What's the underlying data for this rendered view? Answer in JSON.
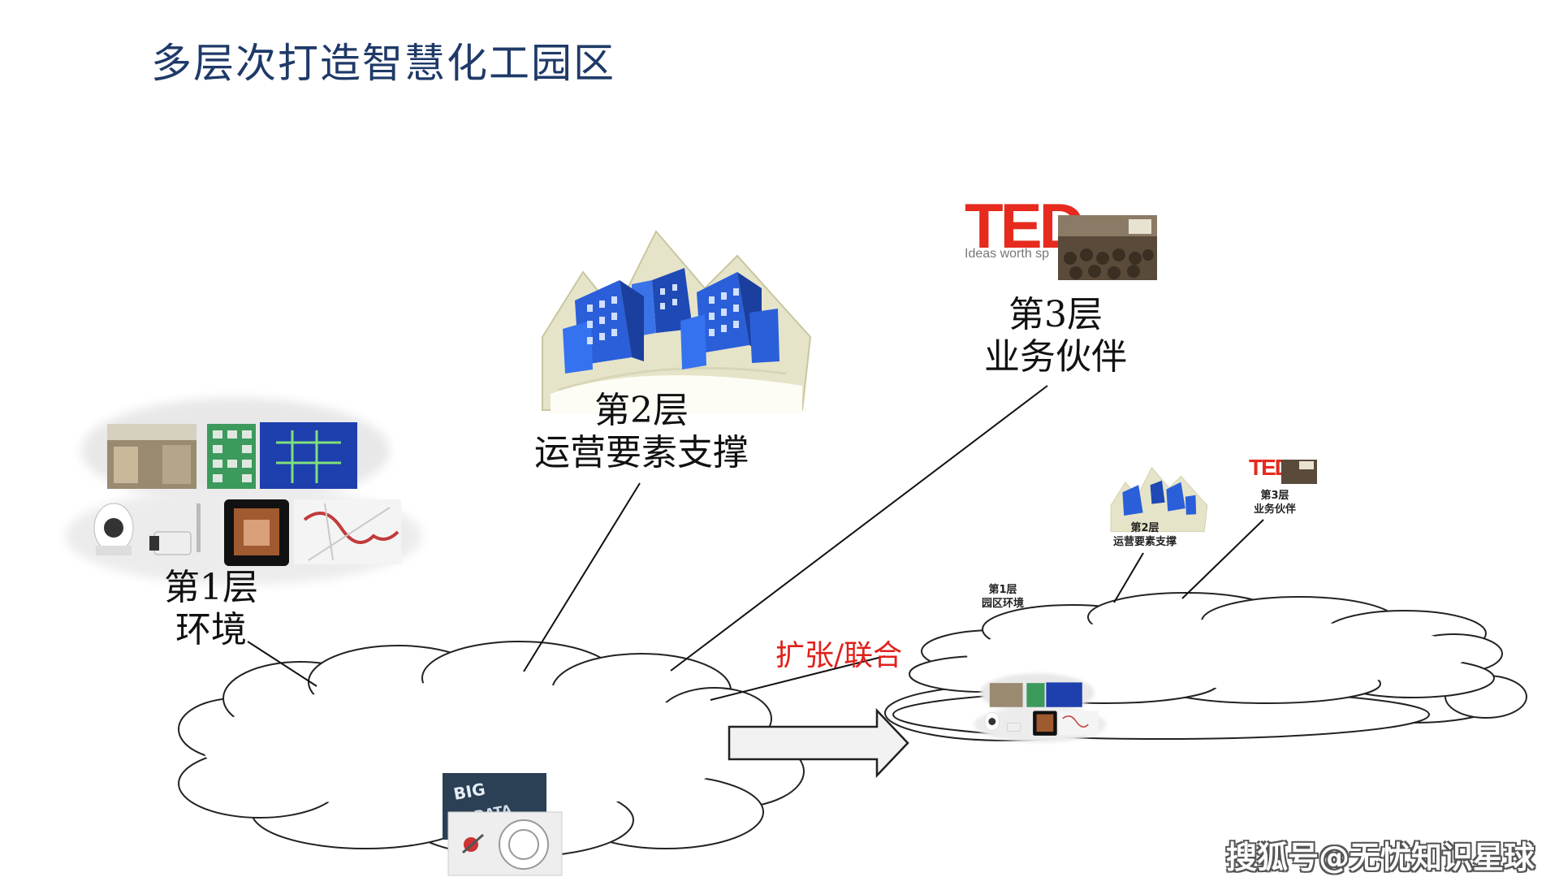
{
  "page": {
    "title": "多层次打造智慧化工园区"
  },
  "layers": {
    "layer1": {
      "line1": "第1层",
      "line2": "环境"
    },
    "layer2": {
      "line1": "第2层",
      "line2": "运营要素支撑"
    },
    "layer3": {
      "line1": "第3层",
      "line2": "业务伙伴"
    }
  },
  "expansion_label": "扩张/联合",
  "small_layers": {
    "layer1": {
      "line1": "第1层",
      "line2": "园区环境"
    },
    "layer2": {
      "line1": "第2层",
      "line2": "运营要素支撑"
    },
    "layer3": {
      "line1": "第3层",
      "line2": "业务伙伴"
    }
  },
  "ted_logo": {
    "text": "TED",
    "tagline": "Ideas worth sp"
  },
  "watermark": "搜狐号@无忧知识星球",
  "colors": {
    "title": "#1f3a68",
    "expansion": "#e0201b",
    "ted_red": "#e62b1e",
    "building_blue": "#2a5fd9",
    "mountain": "#e6e4c8"
  },
  "icons": [
    "buildings-icon",
    "ted-logo-icon",
    "camera-icon",
    "big-data-icon",
    "arrow-right-icon"
  ]
}
